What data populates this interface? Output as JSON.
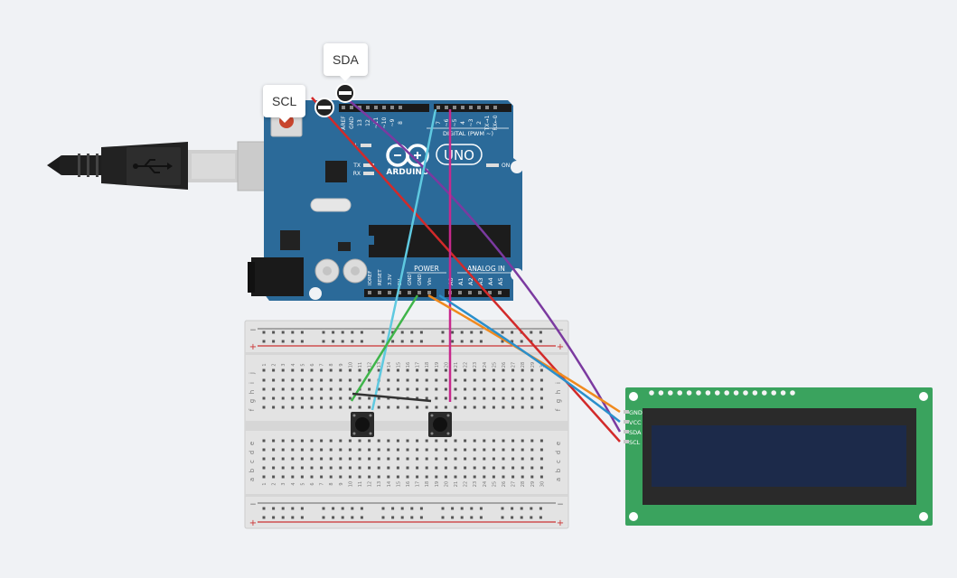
{
  "tooltips": {
    "sda": "SDA",
    "scl": "SCL"
  },
  "arduino": {
    "logo_text": "ARDUINO",
    "model": "UNO",
    "digital_label": "DIGITAL (PWM ~)",
    "power_label": "POWER",
    "analog_label": "ANALOG IN",
    "on_label": "ON",
    "led_l": "L",
    "led_tx": "TX",
    "led_rx": "RX",
    "top_pins": [
      "AREF",
      "GND",
      "13",
      "12",
      "~11",
      "~10",
      "~9",
      "8",
      "7",
      "~6",
      "~5",
      "4",
      "~3",
      "2",
      "TX→1",
      "RX←0"
    ],
    "power_pins": [
      "IOREF",
      "RESET",
      "3.3V",
      "5V",
      "GND",
      "GND",
      "Vin"
    ],
    "analog_pins": [
      "A0",
      "A1",
      "A2",
      "A3",
      "A4",
      "A5"
    ]
  },
  "lcd": {
    "pins": [
      "GND",
      "VCC",
      "SDA",
      "SCL"
    ]
  },
  "breadboard": {
    "row_letters_top": [
      "j",
      "i",
      "h",
      "g",
      "f"
    ],
    "row_letters_bottom": [
      "e",
      "d",
      "c",
      "b",
      "a"
    ],
    "columns": [
      "1",
      "2",
      "3",
      "4",
      "5",
      "6",
      "7",
      "8",
      "9",
      "10",
      "11",
      "12",
      "13",
      "14",
      "15",
      "16",
      "17",
      "18",
      "19",
      "20",
      "21",
      "22",
      "23",
      "24",
      "25",
      "26",
      "27",
      "28",
      "29",
      "30"
    ],
    "rail_plus": "+",
    "rail_minus": "−"
  },
  "colors": {
    "background": "#f0f2f5",
    "arduino_board": "#2b6a99",
    "lcd_board": "#3aa35e",
    "lcd_screen": "#1c2a4a",
    "wire_red": "#d22a2a",
    "wire_purple": "#7b3aa0",
    "wire_cyan": "#5fc9e0",
    "wire_magenta": "#c7288c",
    "wire_green": "#3fb54a",
    "wire_orange": "#f08a1e",
    "wire_blue": "#2a8fcb",
    "wire_black": "#333333"
  }
}
